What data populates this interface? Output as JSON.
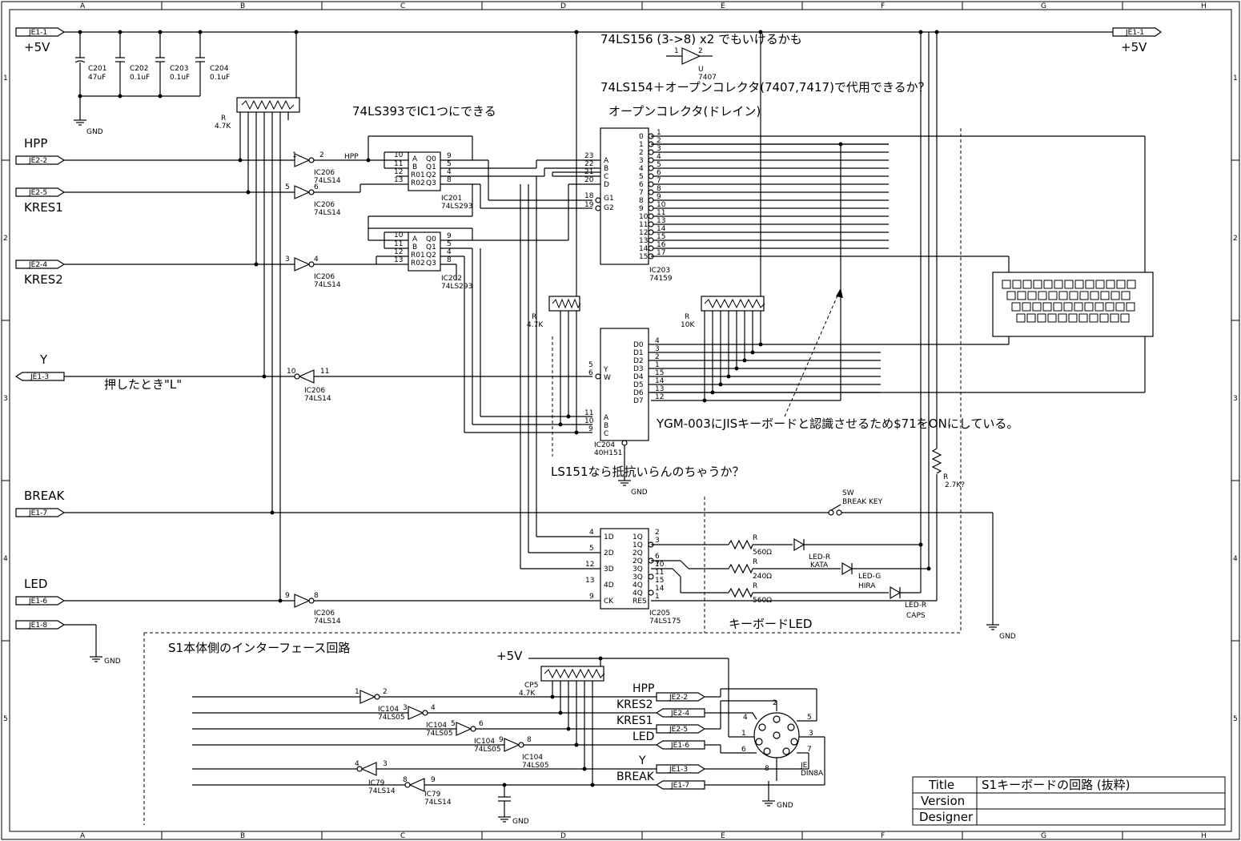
{
  "frame": {
    "cols": [
      "A",
      "B",
      "C",
      "D",
      "E",
      "F",
      "G",
      "H"
    ],
    "rows": [
      "1",
      "2",
      "3",
      "4",
      "5"
    ]
  },
  "title_block": {
    "title_label": "Title",
    "title_value": "S1キーボードの回路 (抜粋)",
    "version_label": "Version",
    "version_value": "",
    "designer_label": "Designer",
    "designer_value": ""
  },
  "connectors": {
    "je1_1_left": "JE1-1",
    "je1_1_right": "JE1-1",
    "je2_2": "JE2-2",
    "je2_5": "JE2-5",
    "je2_4": "JE2-4",
    "je1_3": "JE1-3",
    "je1_7": "JE1-7",
    "je1_6": "JE1-6",
    "je1_8": "JE1-8",
    "b_je2_2": "JE2-2",
    "b_je2_4": "JE2-4",
    "b_je2_5": "JE2-5",
    "b_je1_6": "JE1-6",
    "b_je1_3": "JE1-3",
    "b_je1_7": "JE1-7"
  },
  "signals": {
    "plus5v_left": "+5V",
    "plus5v_right": "+5V",
    "hpp": "HPP",
    "kres1": "KRES1",
    "kres2": "KRES2",
    "y": "Y",
    "break": "BREAK",
    "led": "LED",
    "hpp_net": "HPP",
    "b_plus5v": "+5V",
    "b_hpp": "HPP",
    "b_kres2": "KRES2",
    "b_kres1": "KRES1",
    "b_led": "LED",
    "b_y": "Y",
    "b_break": "BREAK"
  },
  "capacitors": [
    {
      "ref": "C201",
      "val": "47uF"
    },
    {
      "ref": "C202",
      "val": "0.1uF"
    },
    {
      "ref": "C203",
      "val": "0.1uF"
    },
    {
      "ref": "C204",
      "val": "0.1uF"
    }
  ],
  "gnd": "GND",
  "res_array_r1": {
    "ref": "R",
    "val": "4.7K"
  },
  "res_array_r2": {
    "ref": "R",
    "val": "4.7K"
  },
  "res_array_r3": {
    "ref": "R",
    "val": "10K"
  },
  "res_cp5": {
    "ref": "CP5",
    "val": "4.7K"
  },
  "res_27": {
    "ref": "R",
    "val": "2.7K?"
  },
  "ics": {
    "ic206": "IC206",
    "ls14": "74LS14",
    "ic201": "IC201",
    "ic201_type": "74LS293",
    "ic202": "IC202",
    "ic202_type": "74LS293",
    "ic203": "IC203",
    "ic203_type": "74159",
    "ic204": "IC204",
    "ic204_type": "40H151",
    "ic205": "IC205",
    "ic205_type": "74LS175",
    "u": "U",
    "u_type": "7407",
    "ic104": "IC104",
    "ls05": "74LS05",
    "ic79": "IC79"
  },
  "counter_pins": [
    "A",
    "B",
    "R01",
    "R02",
    "Q0",
    "Q1",
    "Q2",
    "Q3"
  ],
  "ic203_in": [
    "A",
    "B",
    "C",
    "D",
    "G1",
    "G2"
  ],
  "ic203_outs": [
    "0",
    "1",
    "2",
    "3",
    "4",
    "5",
    "6",
    "7",
    "8",
    "9",
    "10",
    "11",
    "12",
    "13",
    "14",
    "15"
  ],
  "ic203_outpins": [
    "1",
    "2",
    "3",
    "4",
    "5",
    "6",
    "7",
    "8",
    "9",
    "10",
    "11",
    "13",
    "14",
    "15",
    "16",
    "17"
  ],
  "ic204_outs": [
    "D0",
    "D1",
    "D2",
    "D3",
    "D4",
    "D5",
    "D6",
    "D7"
  ],
  "ic204_outpins": [
    "4",
    "3",
    "2",
    "1",
    "15",
    "14",
    "13",
    "12"
  ],
  "ic205_in": [
    "1D",
    "2D",
    "3D",
    "4D",
    "CK"
  ],
  "ic205_out": [
    "1Q",
    "1Q",
    "2Q",
    "2Q",
    "3Q",
    "3Q",
    "4Q",
    "4Q",
    "RES"
  ],
  "leds": [
    {
      "r": "R",
      "rval": "560Ω",
      "name": "LED-R",
      "label": "KATA"
    },
    {
      "r": "R",
      "rval": "240Ω",
      "name": "LED-G",
      "label": "HIRA"
    },
    {
      "r": "R",
      "rval": "560Ω",
      "name": "LED-R",
      "label": "CAPS"
    }
  ],
  "switch": {
    "ref": "SW",
    "label": "BREAK KEY"
  },
  "din": {
    "ref": "JE",
    "type": "DIN8A"
  },
  "notes": {
    "n1": "74LS156 (3->8) x2 でもいけるかも",
    "n2": "74LS154＋オープンコレクタ(7407,7417)で代用できるか？",
    "n3": "オープンコレクタ(ドレイン)",
    "n4": "74LS393でIC1つにできる",
    "n5": "押したとき\"L\"",
    "n6": "YGM-003にJISキーボードと認識させるため$71をONにしている。",
    "n7": "LS151なら抵抗いらんのちゃうか？",
    "n8": "キーボードLED",
    "n9": "S1本体側のインターフェース回路"
  }
}
